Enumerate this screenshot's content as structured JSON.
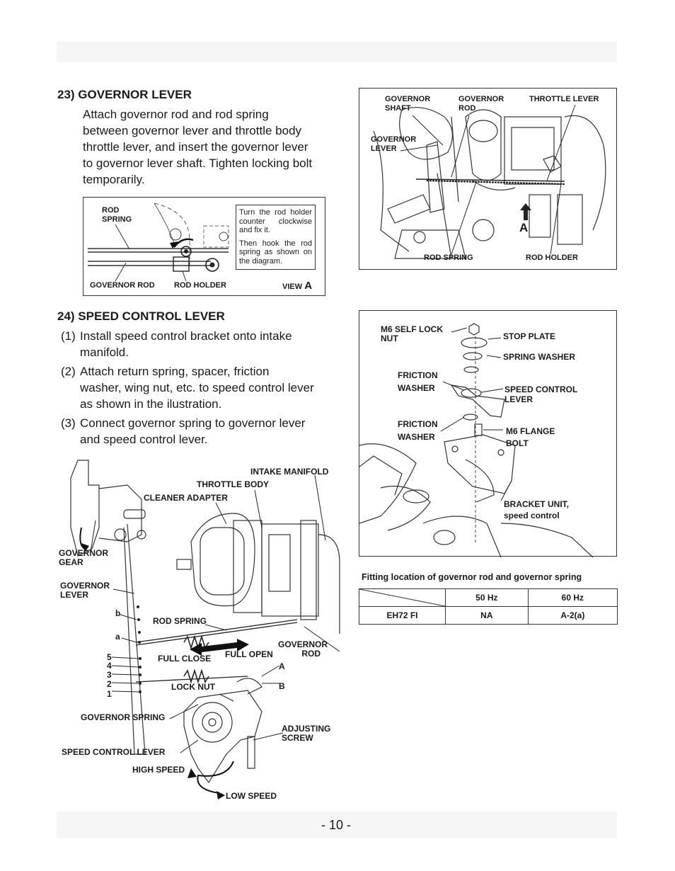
{
  "page": {
    "number": "- 10 -"
  },
  "section23": {
    "heading": "23) GOVERNOR LEVER",
    "lines": [
      "Attach governor rod and rod spring",
      "between governor lever and throttle body",
      "throttle lever, and insert  the governor lever",
      "to governor lever shaft. Tighten locking bolt",
      "temporarily."
    ]
  },
  "fig_view_a": {
    "rod_spring": "ROD\nSPRING",
    "governor_rod": "GOVERNOR ROD",
    "rod_holder": "ROD HOLDER",
    "view": "VIEW",
    "view_letter": "A",
    "note1": "Turn the rod holder counter  clockwise and fix it.",
    "note2": "Then hook the rod spring  as  shown on the diagram."
  },
  "fig_photo_top": {
    "governor_shaft": "GOVERNOR\nSHAFT",
    "governor_rod": "GOVERNOR\nROD",
    "throttle_lever": "THROTTLE LEVER",
    "governor_lever": "GOVERNOR\nLEVER",
    "arrow_letter": "A",
    "rod_spring": "ROD SPRING",
    "rod_holder": "ROD HOLDER"
  },
  "section24": {
    "heading": "24) SPEED CONTROL LEVER",
    "items": [
      {
        "num": "(1)",
        "line1": "Install speed control bracket onto intake",
        "line2": "manifold."
      },
      {
        "num": "(2)",
        "line1": "Attach return spring, spacer, friction",
        "line2": "washer, wing nut, etc. to speed control lever",
        "line3": "as shown in the  ilustration."
      },
      {
        "num": "(3)",
        "line1": "Connect governor spring to governor lever",
        "line2": "and speed control lever."
      }
    ]
  },
  "fig_exploded": {
    "m6_self_lock_nut": "M6 SELF LOCK\nNUT",
    "stop_plate": "STOP PLATE",
    "spring_washer": "SPRING WASHER",
    "friction_washer_1": "FRICTION\nWASHER",
    "speed_control_lever": "SPEED CONTROL\nLEVER",
    "friction_washer_2": "FRICTION\nWASHER",
    "m6_flange_bolt": "M6 FLANGE\nBOLT",
    "bracket_unit": "BRACKET UNIT,",
    "bracket_unit_sub": "speed control"
  },
  "fig_assembly": {
    "intake_manifold": "INTAKE MANIFOLD",
    "throttle_body": "THROTTLE BODY",
    "cleaner_adapter": "CLEANER ADAPTER",
    "governor_gear": "GOVERNOR\nGEAR",
    "governor_lever": "GOVERNOR\nLEVER",
    "b": "b",
    "a": "a",
    "rod_spring": "ROD SPRING",
    "governor_rod": "GOVERNOR\n          ROD",
    "full_close": "FULL CLOSE",
    "full_open": "FULL OPEN",
    "hole_5": "5",
    "hole_4": "4",
    "hole_3": "3",
    "hole_2": "2",
    "hole_1": "1",
    "A": "A",
    "B": "B",
    "lock_nut": "LOCK NUT",
    "governor_spring": "GOVERNOR SPRING",
    "adjusting_screw": "ADJUSTING\nSCREW",
    "speed_control_lever": "SPEED CONTROL LEVER",
    "high_speed": "HIGH SPEED",
    "low_speed": "LOW SPEED"
  },
  "fitting_table": {
    "caption": "Fitting location of governor rod and governor spring",
    "header": [
      "",
      "50 Hz",
      "60 Hz"
    ],
    "rows": [
      [
        "EH72 FI",
        "NA",
        "A-2(a)"
      ]
    ]
  }
}
